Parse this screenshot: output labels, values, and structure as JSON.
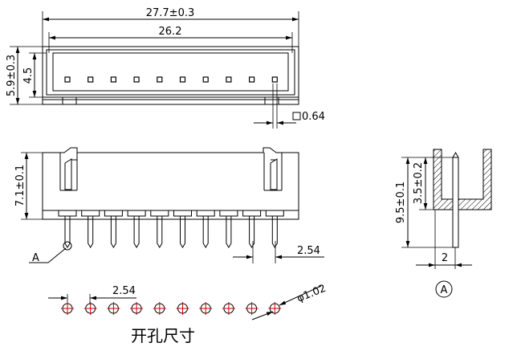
{
  "top_view": {
    "overall_length": "27.7±0.3",
    "inner_length": "26.2",
    "overall_depth": "5.9±0.3",
    "inner_depth": "4.5",
    "pin_section": "0.64",
    "pin_count": 10
  },
  "front_view": {
    "height": "7.1±0.1",
    "pitch": "2.54",
    "detail_callout": "A"
  },
  "section_detail": {
    "total_height": "9.5±0.1",
    "wall_height": "3.5±0.2",
    "width": "2",
    "label": "A"
  },
  "hole_pattern": {
    "pitch": "2.54",
    "hole_diameter": "φ1.02",
    "hole_count": 10,
    "caption": "开孔尺寸",
    "hole_color": "#cc0000"
  }
}
